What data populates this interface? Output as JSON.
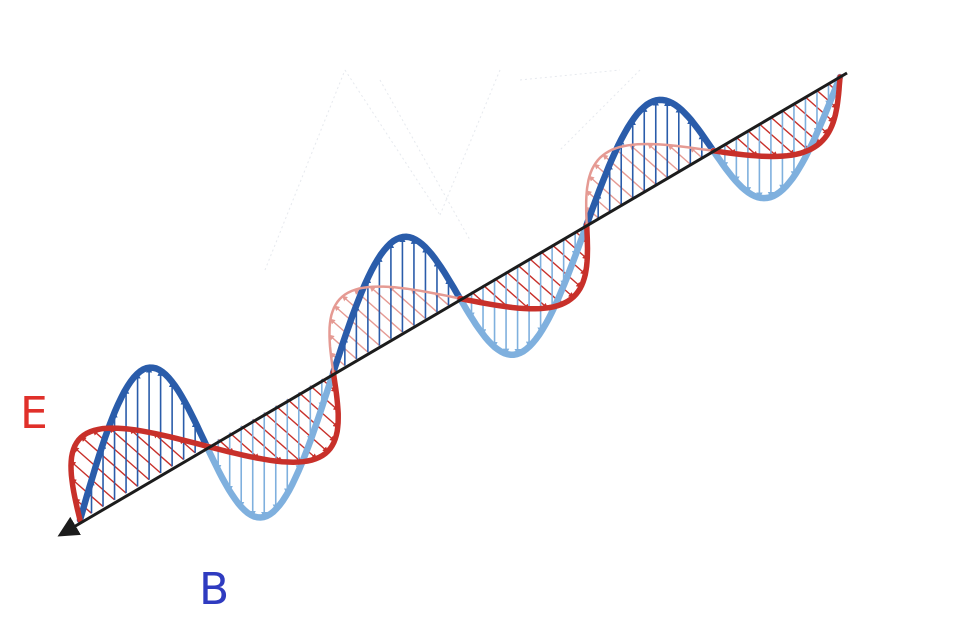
{
  "labels": {
    "electric_field": "E",
    "magnetic_field": "B"
  },
  "colors": {
    "electric_field": "#c8302a",
    "electric_field_light": "#e59a93",
    "magnetic_field_front": "#2a5caa",
    "magnetic_field_back": "#7fb0de",
    "axis": "#1c1c1c",
    "label_e": "#e0302a",
    "label_b": "#2f3bc0"
  },
  "wave": {
    "cycles": 3
  }
}
